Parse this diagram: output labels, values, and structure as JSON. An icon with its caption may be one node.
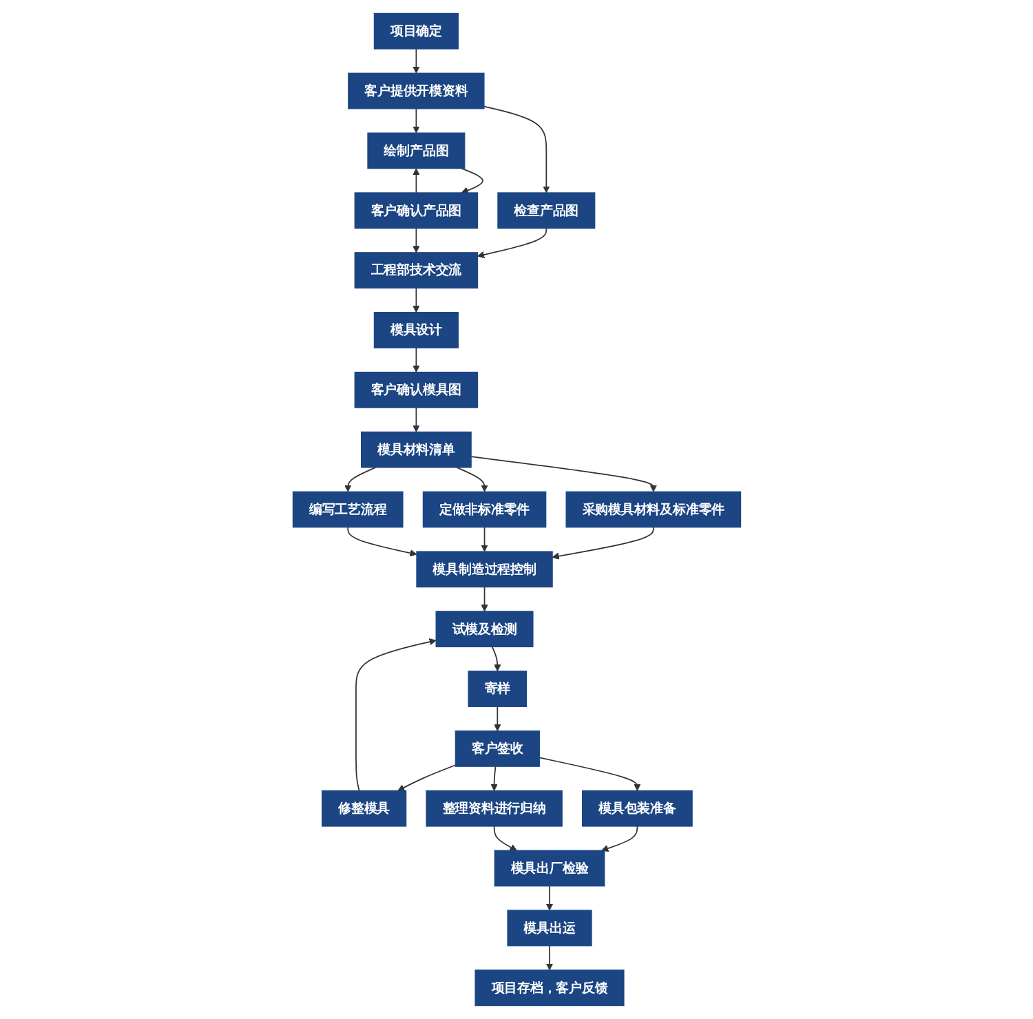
{
  "diagram": {
    "nodes": [
      {
        "text": [
          "项目确定"
        ]
      },
      {
        "text": [
          "客户提供开模资料"
        ]
      },
      {
        "text": [
          "检查产品图"
        ]
      },
      {
        "text": [
          "绘制产品图"
        ]
      },
      {
        "text": [
          "客户确认产品图"
        ]
      },
      {
        "text": [
          "工程部技术交流"
        ]
      },
      {
        "text": [
          "模具设计"
        ]
      },
      {
        "text": [
          "客户确认模具图"
        ]
      },
      {
        "text": [
          "模具材料清单"
        ]
      },
      {
        "text": [
          "采购模具材料及标准零件"
        ]
      },
      {
        "text": [
          "定做非标准零件"
        ]
      },
      {
        "text": [
          "编写工艺流程"
        ]
      },
      {
        "text": [
          "模具制造过程控制"
        ]
      },
      {
        "text": [
          "试模及检测"
        ]
      },
      {
        "text": [
          "修整模具"
        ]
      },
      {
        "text": [
          "寄样"
        ]
      },
      {
        "text": [
          "客户签收"
        ]
      },
      {
        "text": [
          "模具包装准备"
        ]
      },
      {
        "text": [
          "整理资料进行归纳"
        ]
      },
      {
        "text": [
          "模具出厂检验"
        ]
      },
      {
        "text": [
          "模具出运"
        ]
      },
      {
        "text": [
          "项目存档，客户反馈"
        ]
      }
    ],
    "edges": [
      {
        "from": 0,
        "to": 1,
        "arrow": "to"
      },
      {
        "from": 1,
        "to": 2,
        "arrow": "to"
      },
      {
        "from": 1,
        "to": 3,
        "arrow": "to"
      },
      {
        "from": 3,
        "to": 4,
        "arrow": "to"
      },
      {
        "from": 4,
        "to": 3,
        "arrow": "to"
      },
      {
        "from": 2,
        "to": 5,
        "arrow": "to"
      },
      {
        "from": 4,
        "to": 5,
        "arrow": "to"
      },
      {
        "from": 5,
        "to": 6,
        "arrow": "to"
      },
      {
        "from": 6,
        "to": 7,
        "arrow": "to"
      },
      {
        "from": 7,
        "to": 8,
        "arrow": "to"
      },
      {
        "from": 8,
        "to": 9,
        "arrow": "to"
      },
      {
        "from": 8,
        "to": 10,
        "arrow": "to"
      },
      {
        "from": 8,
        "to": 11,
        "arrow": "to"
      },
      {
        "from": 9,
        "to": 12,
        "arrow": "to"
      },
      {
        "from": 10,
        "to": 12,
        "arrow": "to"
      },
      {
        "from": 11,
        "to": 12,
        "arrow": "to"
      },
      {
        "from": 12,
        "to": 13,
        "arrow": "to"
      },
      {
        "from": 13,
        "to": 15,
        "arrow": "to"
      },
      {
        "from": 15,
        "to": 16,
        "arrow": "to"
      },
      {
        "from": 16,
        "to": 14,
        "arrow": "to"
      },
      {
        "from": 14,
        "to": 13,
        "arrow": "to"
      },
      {
        "from": 16,
        "to": 17,
        "arrow": "to"
      },
      {
        "from": 16,
        "to": 18,
        "arrow": "to"
      },
      {
        "from": 17,
        "to": 19,
        "arrow": "to"
      },
      {
        "from": 18,
        "to": 19,
        "arrow": "to"
      },
      {
        "from": 19,
        "to": 20,
        "arrow": "to"
      },
      {
        "from": 20,
        "to": 21,
        "arrow": "to"
      }
    ]
  }
}
